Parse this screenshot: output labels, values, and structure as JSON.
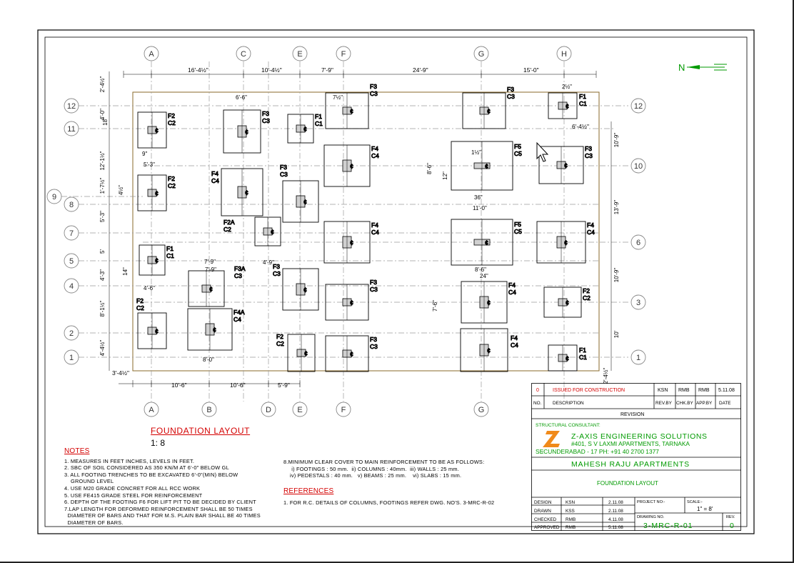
{
  "drawing": {
    "north_label": "N",
    "grid_top": [
      "A",
      "C",
      "E",
      "F",
      "G",
      "H"
    ],
    "grid_bottom": [
      "A",
      "B",
      "D",
      "E",
      "F",
      "G"
    ],
    "grid_left": [
      "12",
      "11",
      "8",
      "7",
      "5",
      "4",
      "2",
      "1"
    ],
    "grid_left_extra": "9",
    "grid_right": [
      "12",
      "10",
      "6",
      "3",
      "1"
    ],
    "top_dims": [
      "16'-4½\"",
      "10'-4½\"",
      "7'-9\"",
      "24'-9\"",
      "15'-0\""
    ],
    "bottom_dims": [
      "3'-4½\"",
      "10'-6\"",
      "10'-6\"",
      "5'-9\"",
      "2'-4½\""
    ],
    "left_dims": [
      "2'-4½\"",
      "4'-0\"",
      "12'-1½\"",
      "1'-7½\"",
      "5'-3\"",
      "5'",
      "4'-3\"",
      "8'-1½\"",
      "4'-4½\""
    ],
    "right_dims": [
      "6'-4½\"",
      "10'-9\"",
      "13'-9\"",
      "10'-9\"",
      "10'"
    ],
    "labels": {
      "f1_c1": [
        "F1",
        "C1"
      ],
      "f2_c2": [
        "F2",
        "C2"
      ],
      "f3_c3": [
        "F3",
        "C3"
      ],
      "f4_c4": [
        "F4",
        "C4"
      ],
      "f5_c5": [
        "F5",
        "C5"
      ],
      "f3a_c3": [
        "F3A",
        "C3"
      ],
      "f4a_c4": [
        "F4A",
        "C4"
      ],
      "f2a_c2": [
        "F2A",
        "C2"
      ]
    },
    "footing_dims": [
      "6'-6\"",
      "7'-9\"",
      "5'-3\"",
      "4'-6\"",
      "7'-9\"",
      "8'-0\"",
      "11'-0\"",
      "8'-6\"",
      "4'-9\"",
      "36\"",
      "24\"",
      "12\"",
      "18\"",
      "9\"",
      "7½\"",
      "4½\"",
      "2½\"",
      "1½\"",
      "14\"",
      "7'-6\"",
      "8'-6\""
    ]
  },
  "title": {
    "heading": "FOUNDATION LAYOUT",
    "scale": "1: 8"
  },
  "notes": {
    "heading": "NOTES",
    "items": [
      "1. MEASURES IN FEET INCHES, LEVELS IN FEET.",
      "2. SBC OF SOIL CONSIDERED AS 350 KN/M AT 6'-0\" BELOW GL",
      "3. ALL FOOTING TRENCHES TO BE EXCAVATED 6'-0\"(MIN) BELOW",
      "    GROUND LEVEL",
      "4. USE M20 GRADE CONCRET FOR ALL RCC WORK",
      "5. USE FE415 GRADE STEEL FOR REINFORCEMENT",
      "6. DEPTH OF THE FOOTING F6 FOR LIFT PIT TO BE DECIDED BY CLIENT",
      "7.LAP LENGTH FOR DEFORMED REINFORCEMENT SHALL BE 50 TIMES",
      "  DIAMETER OF BARS AND THAT FOR M.S. PLAIN BAR SHALL BE 40 TIMES",
      "  DIAMETER OF BARS."
    ],
    "note8": [
      "8.MINIMUM CLEAR COVER TO MAIN REINFORCEMENT TO BE AS FOLLOWS:",
      "     i) FOOTINGS : 50 mm.  ii) COLUMNS : 40mm.  iii) WALLS : 25 mm.",
      "    iv) PEDESTALS : 40 mm.   v) BEAMS : 25 mm.    vi) SLABS : 15 mm."
    ]
  },
  "references": {
    "heading": "REFERENCES",
    "items": [
      "1. FOR R.C. DETAILS OF COLUMNS, FOOTINGS REFER DWG. NO'S. 3-MRC-R-02"
    ]
  },
  "titleblock": {
    "rev_row": {
      "no": "0",
      "desc": "ISSUED FOR CONSTRUCTION",
      "rev": "KSN",
      "chk": "RMB",
      "app": "RMB",
      "date": "5.11.08"
    },
    "rev_head": {
      "no": "NO.",
      "desc": "DESCRIPTION",
      "rev": "REV.BY",
      "chk": "CHK.BY",
      "app": "APP.BY",
      "date": "DATE"
    },
    "revision": "REVISION",
    "consultant_label": "STRUCTURAL CONSULTANT:",
    "company": "Z-AXIS ENGINEERING SOLUTIONS",
    "address1": "#401, S V LAXMI APARTMENTS, TARNAKA",
    "address2": "SECUNDERABAD - 17  PH:  +91 40 2700 1377",
    "project": "MAHESH RAJU APARTMENTS",
    "sheet_title": "FOUNDATION LAYOUT",
    "signoffs": [
      {
        "role": "DESIGN",
        "who": "KSN",
        "date": "2.11.08"
      },
      {
        "role": "DRAWN",
        "who": "KSS",
        "date": "2.11.08"
      },
      {
        "role": "CHECKED",
        "who": "RMB",
        "date": "4.11.08"
      },
      {
        "role": "APPROVED",
        "who": "RMB",
        "date": "5.11.08"
      }
    ],
    "project_no_label": "PROJECT NO:-",
    "scale_label": "SCALE:-",
    "scale_value": "1\" = 8'",
    "drawing_no_label": "DRAWING NO.",
    "drawing_no": "3-MRC-R-01",
    "rev_label": "REV.",
    "rev_value": "0"
  },
  "colors": {
    "grid": "#9a9a9a",
    "line": "#000000",
    "label": "#d40000",
    "title": "#d40000",
    "company": "#009a00",
    "boundary": "#8a6a2a"
  }
}
